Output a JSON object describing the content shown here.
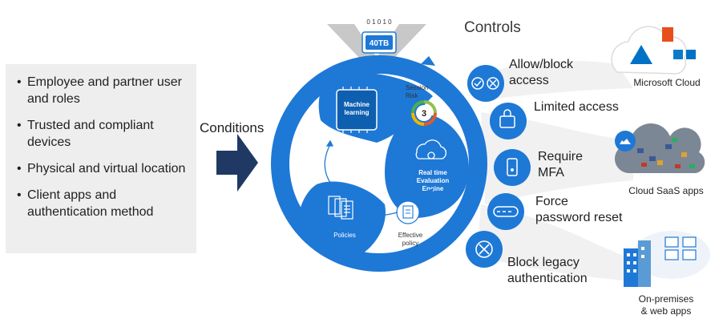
{
  "conditions": {
    "label": "Conditions",
    "items": [
      "Employee and partner user and roles",
      "Trusted and compliant devices",
      "Physical and virtual location",
      "Client apps and authentication method"
    ]
  },
  "engine": {
    "data_size": "40TB",
    "binary_bits": "0 1 0 1 0",
    "machine_learning": [
      "Machine",
      "learning"
    ],
    "session_risk": [
      "Session",
      "Risk"
    ],
    "risk_score": "3",
    "realtime_engine": [
      "Real time",
      "Evaluation",
      "Engine"
    ],
    "policies": "Policies",
    "effective_policy": [
      "Effective",
      "policy"
    ]
  },
  "controls": {
    "title": "Controls",
    "items": [
      {
        "label": [
          "Allow/block",
          "access"
        ],
        "icon": "check-block-icon"
      },
      {
        "label": [
          "Limited access"
        ],
        "icon": "limited-access-icon"
      },
      {
        "label": [
          "Require",
          "MFA"
        ],
        "icon": "mfa-phone-icon"
      },
      {
        "label": [
          "Force",
          "password reset"
        ],
        "icon": "password-reset-icon"
      },
      {
        "label": [
          "Block legacy",
          "authentication"
        ],
        "icon": "block-icon"
      }
    ]
  },
  "targets": [
    {
      "label": [
        "Microsoft Cloud"
      ]
    },
    {
      "label": [
        "Cloud SaaS apps"
      ]
    },
    {
      "label": [
        "On-premises",
        "& web apps"
      ]
    }
  ],
  "colors": {
    "primary_blue": "#1e78d6",
    "dark_blue": "#0e5fb0",
    "arrow_navy": "#1f3964",
    "panel_gray": "#eeeeee",
    "band_gray": "#f2f2f2"
  }
}
